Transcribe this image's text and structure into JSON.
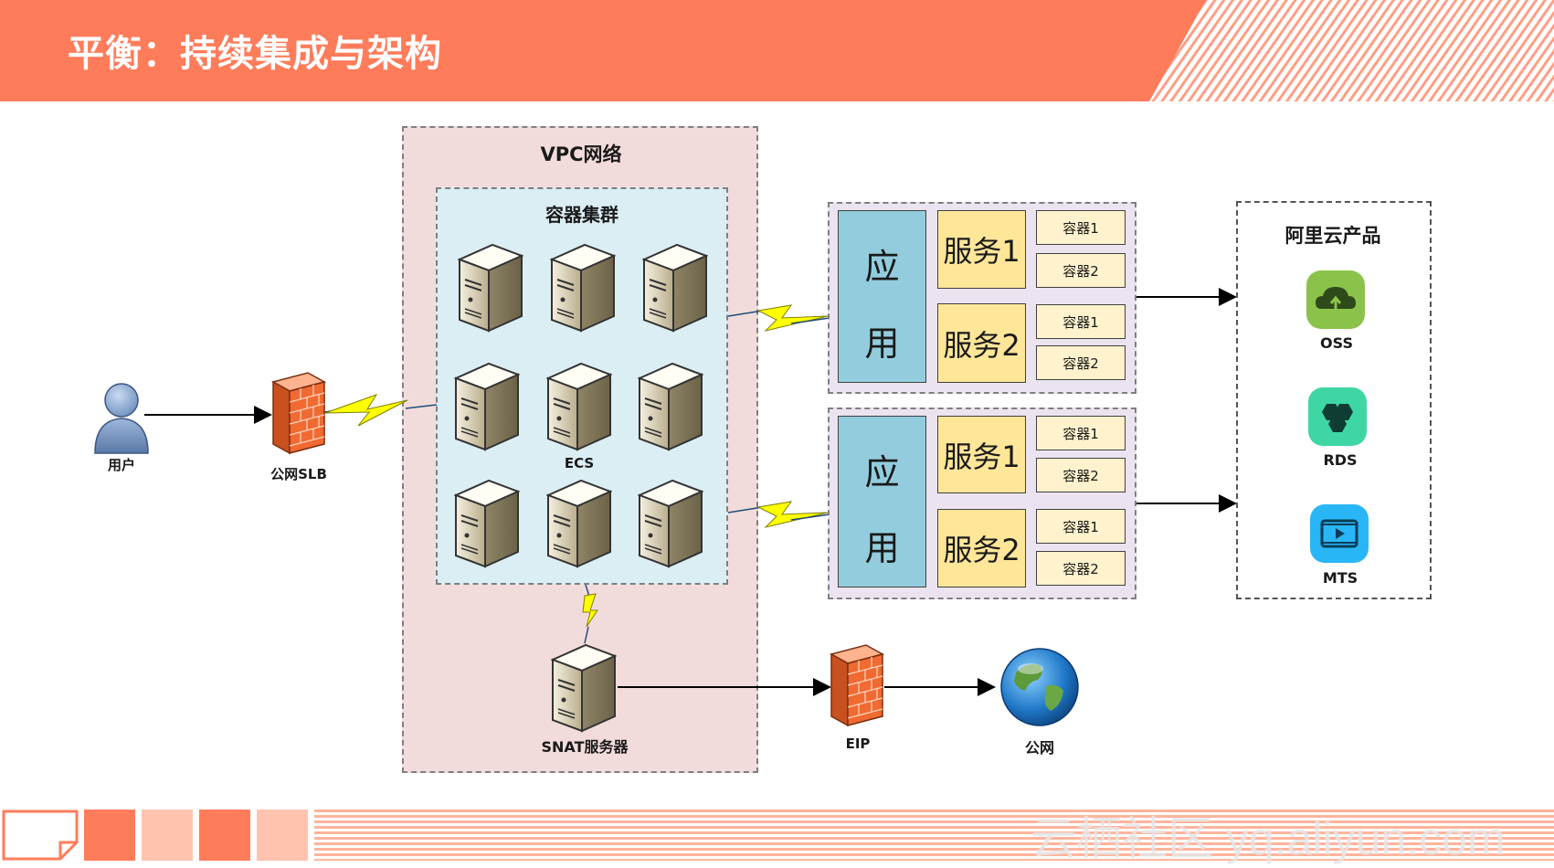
{
  "title": "平衡：持续集成与架构",
  "vpc": {
    "label": "VPC网络"
  },
  "cluster": {
    "label": "容器集群",
    "ecs_label": "ECS"
  },
  "user": {
    "label": "用户"
  },
  "slb": {
    "label": "公网SLB"
  },
  "snat": {
    "label": "SNAT服务器"
  },
  "eip": {
    "label": "EIP"
  },
  "internet": {
    "label": "公网"
  },
  "app_groups": [
    {
      "app_label": [
        "应",
        "用"
      ],
      "services": [
        {
          "label": "服务1",
          "containers": [
            "容器1",
            "容器2"
          ]
        },
        {
          "label": "服务2",
          "containers": [
            "容器1",
            "容器2"
          ]
        }
      ]
    },
    {
      "app_label": [
        "应",
        "用"
      ],
      "services": [
        {
          "label": "服务1",
          "containers": [
            "容器1",
            "容器2"
          ]
        },
        {
          "label": "服务2",
          "containers": [
            "容器1",
            "容器2"
          ]
        }
      ]
    }
  ],
  "cloud_products": {
    "title": "阿里云产品",
    "items": [
      {
        "label": "OSS",
        "icon": "oss-icon",
        "color": "#8bc34a"
      },
      {
        "label": "RDS",
        "icon": "rds-icon",
        "color": "#3fd6a6"
      },
      {
        "label": "MTS",
        "icon": "mts-icon",
        "color": "#29b6f6"
      }
    ]
  },
  "watermark": "云栖社区 yq.aliyun.com",
  "colors": {
    "header": "#ff7c5a",
    "vpc_bg": "#f2dcdb",
    "cluster_bg": "#dbeef3",
    "app_bg": "#93cddd",
    "service_bg": "#ffe699",
    "container_bg": "#fff2cc"
  }
}
